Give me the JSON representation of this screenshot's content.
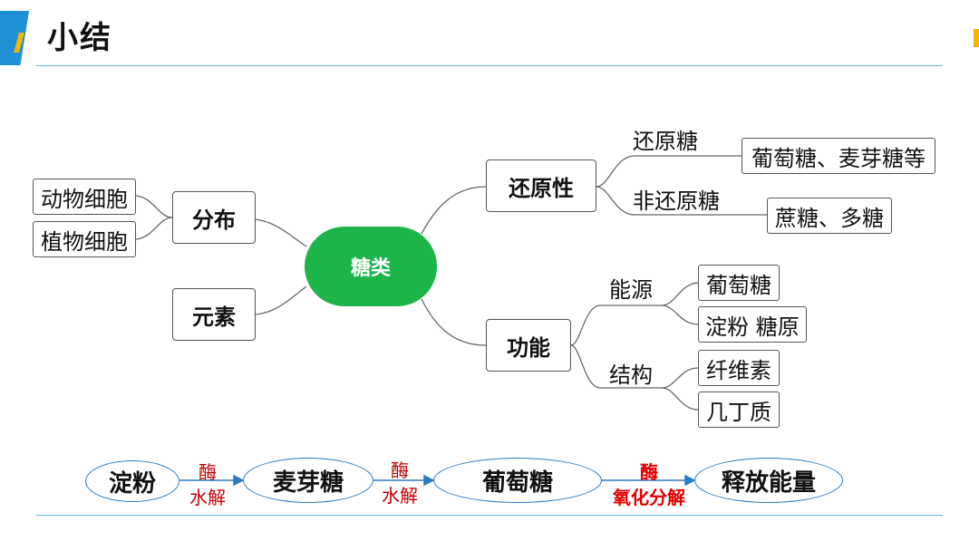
{
  "slide": {
    "title": "小结"
  },
  "mindmap": {
    "center": "糖类",
    "left": {
      "distribution": {
        "label": "分布",
        "children": [
          "动物细胞",
          "植物细胞"
        ]
      },
      "elements": {
        "label": "元素"
      }
    },
    "reducing": {
      "label": "还原性",
      "groups": [
        {
          "label": "还原糖",
          "items": [
            "葡萄糖、麦芽糖等"
          ]
        },
        {
          "label": "非还原糖",
          "items": [
            "蔗糖、多糖"
          ]
        }
      ]
    },
    "function": {
      "label": "功能",
      "groups": [
        {
          "label": "能源",
          "items": [
            "葡萄糖",
            "淀粉 糖原"
          ]
        },
        {
          "label": "结构",
          "items": [
            "纤维素",
            "几丁质"
          ]
        }
      ]
    }
  },
  "flow": {
    "nodes": [
      "淀粉",
      "麦芽糖",
      "葡萄糖",
      "释放能量"
    ],
    "arrows": [
      {
        "top": "酶",
        "bottom": "水解"
      },
      {
        "top": "酶",
        "bottom": "水解"
      },
      {
        "top": "酶",
        "bottom": "氧化分解"
      }
    ]
  },
  "colors": {
    "accent": "#1f8fd6",
    "center_node": "#1db54a",
    "enzyme_text": "#c00000",
    "flow_border": "#2a7bbf"
  }
}
